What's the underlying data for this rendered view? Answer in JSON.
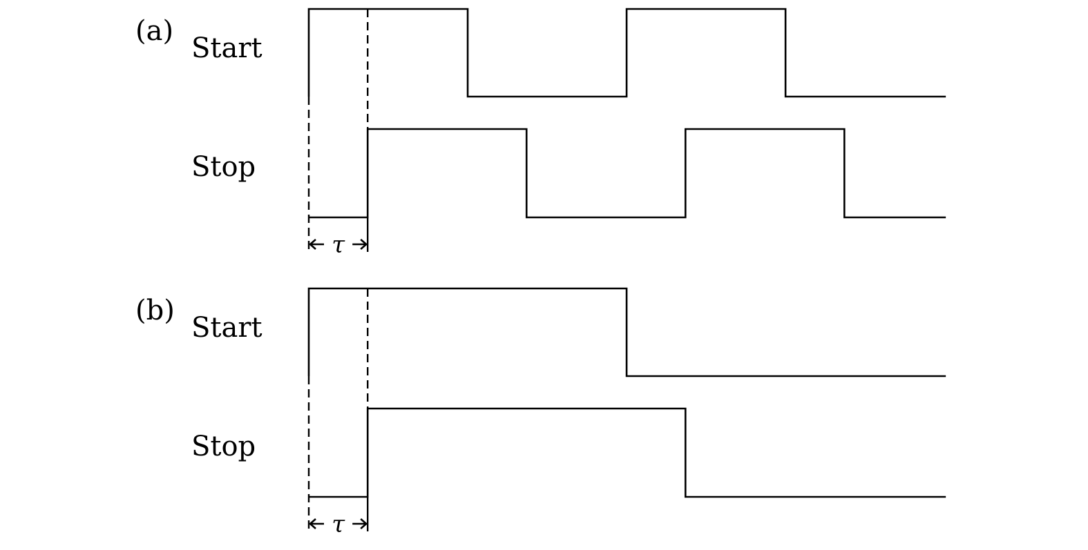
{
  "panels": [
    {
      "label": "(a)",
      "signals": [
        {
          "name": "Start",
          "transitions": [
            0,
            1,
            0,
            1,
            0
          ],
          "edges": [
            0,
            2.7,
            5.4,
            8.1,
            10.8
          ]
        },
        {
          "name": "Stop",
          "transitions": [
            0,
            1,
            0,
            1,
            0
          ],
          "edges": [
            1,
            3.7,
            6.4,
            9.1,
            10.8
          ]
        }
      ],
      "delay_label": "τ"
    },
    {
      "label": "(b)",
      "signals": [
        {
          "name": "Start",
          "transitions": [
            0,
            1,
            0
          ],
          "edges": [
            0,
            5.4,
            10.8
          ]
        },
        {
          "name": "Stop",
          "transitions": [
            0,
            1,
            0
          ],
          "edges": [
            1,
            6.4,
            10.8
          ]
        }
      ],
      "delay_label": "τ"
    }
  ]
}
